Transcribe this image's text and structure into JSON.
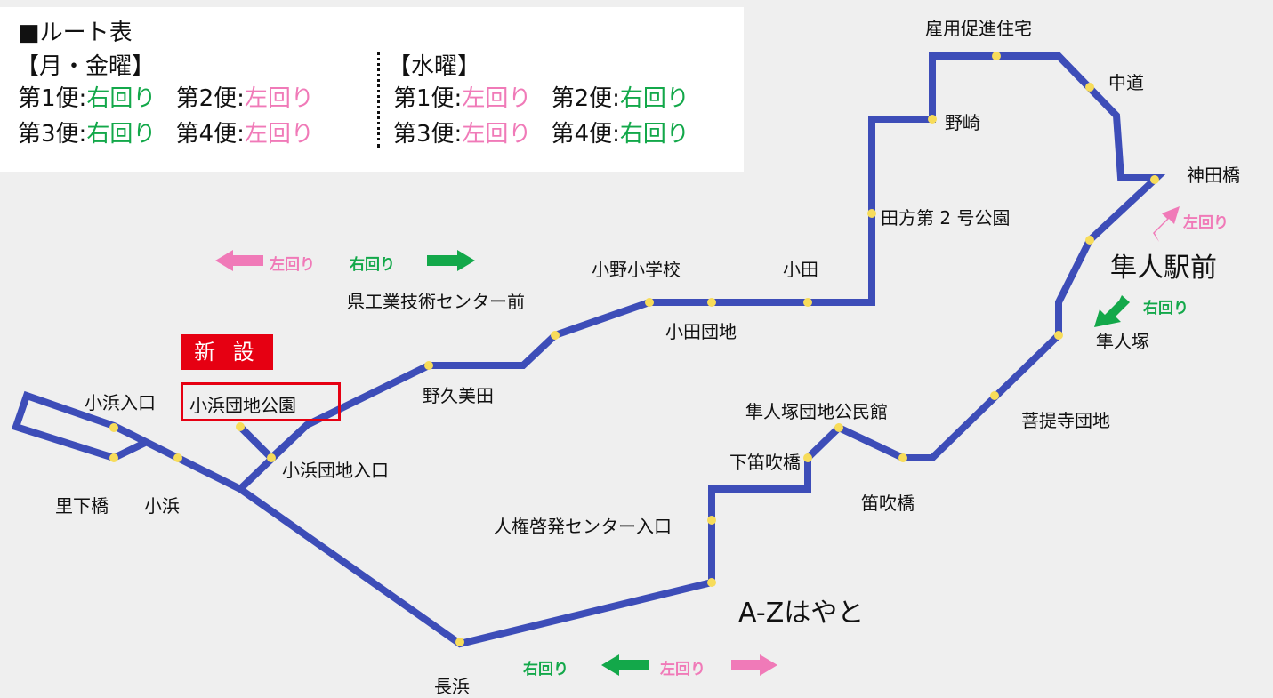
{
  "legend": {
    "heading": "■ルート表",
    "mon_fri": {
      "title": "【月・金曜】",
      "row1": [
        {
          "label": "第1便:",
          "dir": "右回り",
          "color": "green"
        },
        {
          "label": "第2便:",
          "dir": "左回り",
          "color": "pink"
        }
      ],
      "row2": [
        {
          "label": "第3便:",
          "dir": "右回り",
          "color": "green"
        },
        {
          "label": "第4便:",
          "dir": "左回り",
          "color": "pink"
        }
      ]
    },
    "wed": {
      "title": "【水曜】",
      "row1": [
        {
          "label": "第1便:",
          "dir": "左回り",
          "color": "pink"
        },
        {
          "label": "第2便:",
          "dir": "右回り",
          "color": "green"
        }
      ],
      "row2": [
        {
          "label": "第3便:",
          "dir": "左回り",
          "color": "pink"
        },
        {
          "label": "第4便:",
          "dir": "右回り",
          "color": "green"
        }
      ]
    }
  },
  "new_badge": "新 設",
  "stops": {
    "koyo": "雇用促進住宅",
    "nakamichi": "中道",
    "nozaki": "野崎",
    "kandabashi": "神田橋",
    "takata": "田方第 2 号公園",
    "hayato_st": "隼人駅前",
    "ono_school": "小野小学校",
    "oda": "小田",
    "kengyo": "県工業技術センター前",
    "oda_danchi": "小田団地",
    "hayatozuka": "隼人塚",
    "nokumida": "野久美田",
    "bodaiji": "菩提寺団地",
    "kohama_iriguchi": "小浜入口",
    "kohama_park": "小浜団地公園",
    "hayatozuka_hall": "隼人塚団地公民館",
    "shimofuki": "下笛吹橋",
    "kohama_danchi_iri": "小浜団地入口",
    "fukibashi": "笛吹橋",
    "satoshita": "里下橋",
    "kohama": "小浜",
    "jinken": "人権啓発センター入口",
    "az": "A-Zはやと",
    "nagahama": "長浜"
  },
  "directions": {
    "left": "左回り",
    "right": "右回り"
  },
  "colors": {
    "route": "#3d4db8",
    "stop": "#f7dc5a",
    "clockwise": "#13a84a",
    "counterclockwise": "#f07ab8",
    "new": "#e60012"
  }
}
